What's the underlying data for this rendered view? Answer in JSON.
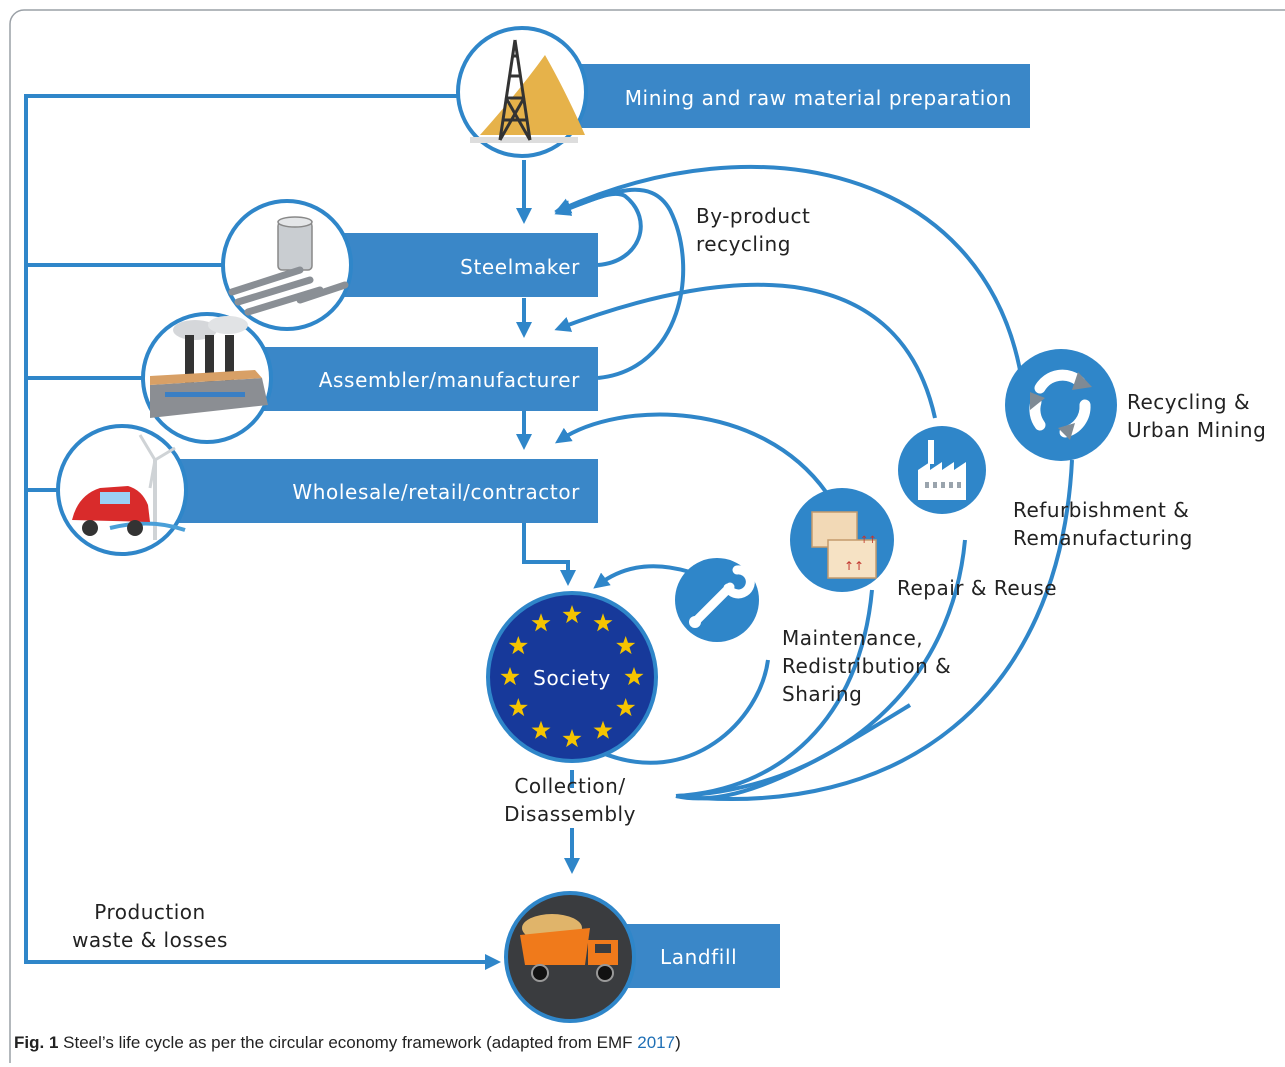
{
  "stages": {
    "mining": "Mining and raw material preparation",
    "steelmaker": "Steelmaker",
    "assembler": "Assembler/manufacturer",
    "wholesale": "Wholesale/retail/contractor",
    "society": "Society",
    "landfill": "Landfill"
  },
  "loops": {
    "byproduct": [
      "By-product",
      "recycling"
    ],
    "maintenance": [
      "Maintenance,",
      "Redistribution &",
      "Sharing"
    ],
    "repair": [
      "Repair & Reuse"
    ],
    "refurbishment": [
      "Refurbishment &",
      "Remanufacturing"
    ],
    "recycling": [
      "Recycling &",
      "Urban Mining"
    ]
  },
  "collection": [
    "Collection/",
    "Disassembly"
  ],
  "waste": [
    "Production",
    "waste & losses"
  ],
  "caption": {
    "label": "Fig. 1",
    "text": "Steel’s life cycle as per the circular economy framework (adapted from EMF ",
    "ref": "2017",
    "close": ")"
  },
  "colors": {
    "accent": "#2f86c9",
    "box": "#3a87c8",
    "society": "#17399a",
    "star": "#f5c400"
  }
}
